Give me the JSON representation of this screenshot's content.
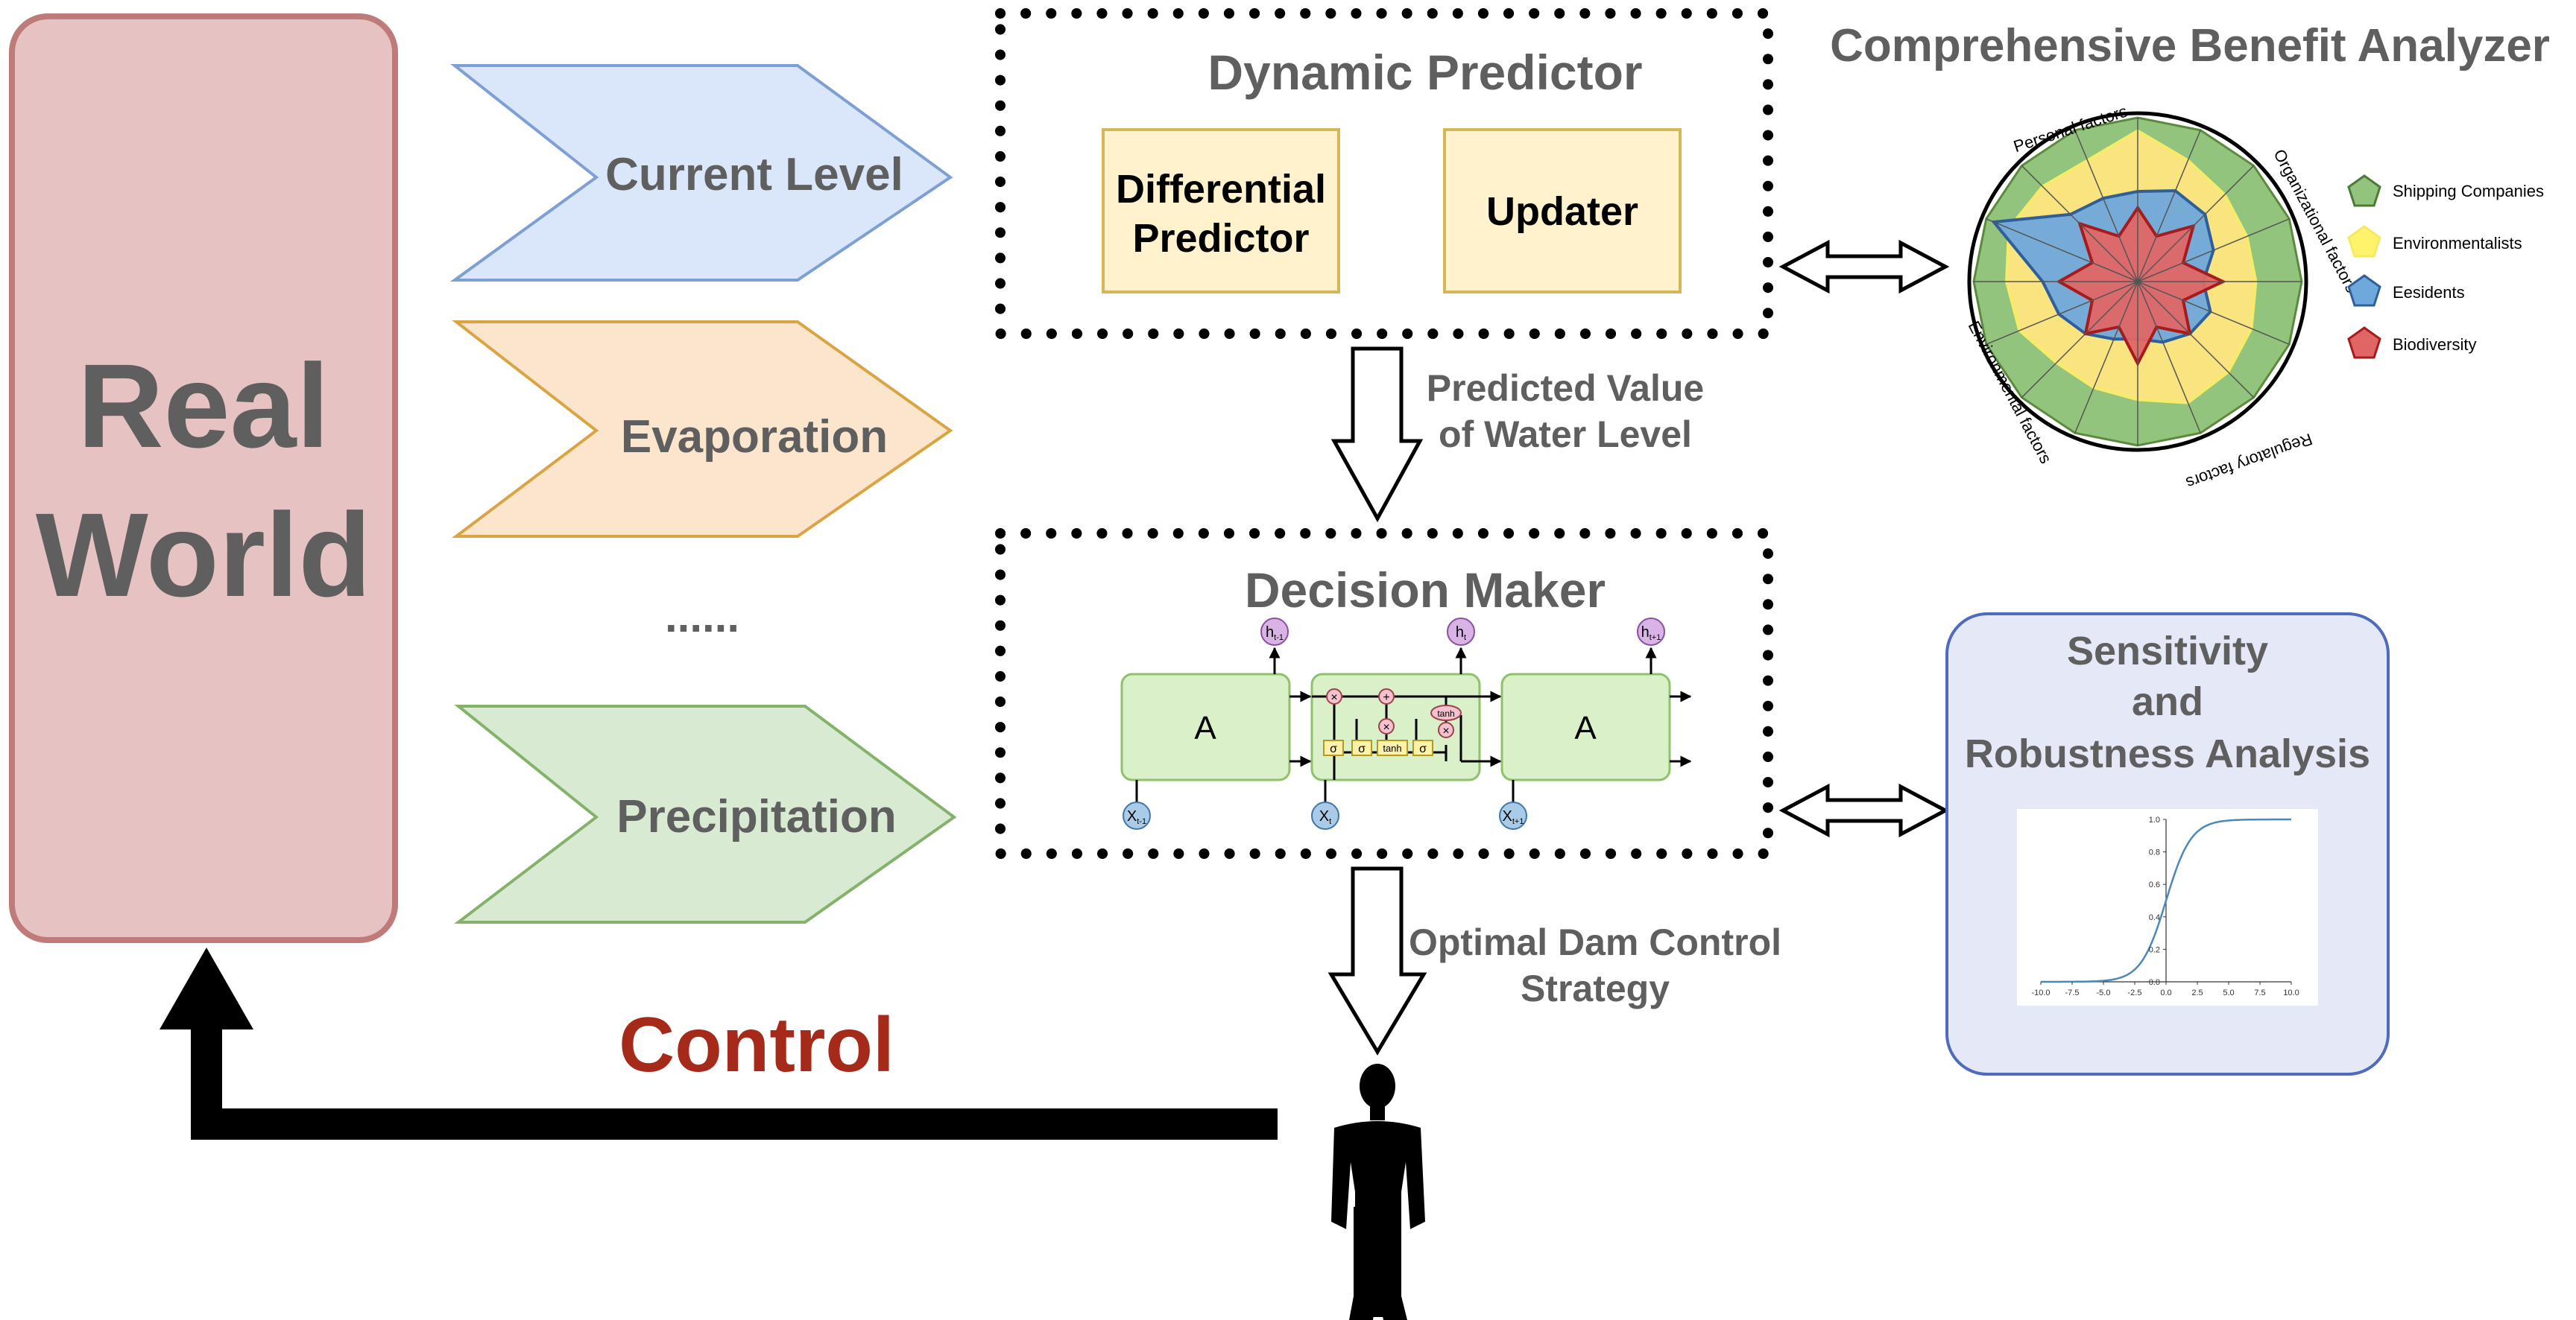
{
  "real_world": {
    "line1": "Real",
    "line2": "World"
  },
  "inputs": {
    "current_level": "Current Level",
    "evaporation": "Evaporation",
    "ellipsis": "......",
    "precipitation": "Precipitation"
  },
  "dynamic_predictor": {
    "title": "Dynamic Predictor",
    "differential_line1": "Differential",
    "differential_line2": "Predictor",
    "updater": "Updater"
  },
  "flow_labels": {
    "predicted_line1": "Predicted Value",
    "predicted_line2": "of Water Level",
    "optimal_line1": "Optimal Dam Control",
    "optimal_line2": "Strategy"
  },
  "decision_maker": {
    "title": "Decision Maker",
    "cell_label": "A",
    "h_prev": "h",
    "h_prev_sub": "t-1",
    "h_cur": "h",
    "h_cur_sub": "t",
    "h_next": "h",
    "h_next_sub": "t+1",
    "x_prev": "X",
    "x_prev_sub": "t-1",
    "x_cur": "X",
    "x_cur_sub": "t",
    "x_next": "X",
    "x_next_sub": "t+1",
    "gate_sigma": "σ",
    "gate_tanh": "tanh",
    "op_times": "×",
    "op_plus": "+"
  },
  "benefit_analyzer": {
    "title": "Comprehensive Benefit Analyzer",
    "axes": [
      "Personal factors",
      "Organizational factors",
      "Regulatory factors",
      "Environmental factors"
    ],
    "legend": [
      "Shipping Companies",
      "Environmentalists",
      "Eesidents",
      "Biodiversity"
    ]
  },
  "sensitivity": {
    "line1": "Sensitivity",
    "line2": "and",
    "line3": "Robustness Analysis"
  },
  "control_label": "Control",
  "colors": {
    "real_world_fill": "#e6c2c2",
    "real_world_stroke": "#bf7a7a",
    "current_fill": "#dae7fb",
    "current_stroke": "#7d9fd4",
    "evap_fill": "#fce5cd",
    "evap_stroke": "#d9a441",
    "precip_fill": "#d9ead3",
    "precip_stroke": "#84b26a",
    "box_fill": "#fff2cc",
    "box_stroke": "#d6b656",
    "sens_fill": "#e4e8f7",
    "sens_stroke": "#4e6bbd",
    "control_red": "#a52a1a",
    "text_gray": "#5f5f5f",
    "radar_green": "#93c47d",
    "radar_yellow": "#ffe680",
    "radar_blue": "#6fa8dc",
    "radar_red": "#e06666"
  },
  "chart_data": [
    {
      "type": "radar",
      "axes": [
        "Personal factors",
        "Organizational factors",
        "Regulatory factors",
        "Environmental factors"
      ],
      "series": [
        {
          "name": "Shipping Companies",
          "values": [
            1,
            1,
            1,
            1,
            1,
            1,
            1,
            1,
            1,
            1,
            1,
            1,
            1,
            1,
            1,
            1
          ]
        },
        {
          "name": "Environmentalists",
          "values": [
            0.92,
            0.8,
            0.75,
            0.72,
            0.72,
            0.75,
            0.78,
            0.8,
            0.72,
            0.7,
            0.7,
            0.78,
            0.8,
            0.85,
            0.82,
            0.8
          ]
        },
        {
          "name": "Eesidents",
          "values": [
            0.55,
            0.6,
            0.58,
            0.5,
            0.4,
            0.48,
            0.45,
            0.4,
            0.35,
            0.38,
            0.45,
            0.52,
            0.58,
            0.95,
            0.58,
            0.55
          ]
        },
        {
          "name": "Biodiversity",
          "values": [
            0.45,
            0.3,
            0.48,
            0.3,
            0.52,
            0.3,
            0.45,
            0.3,
            0.5,
            0.3,
            0.45,
            0.3,
            0.48,
            0.3,
            0.5,
            0.3
          ]
        }
      ]
    },
    {
      "type": "line",
      "x": [
        -10,
        -7.5,
        -5,
        -2.5,
        -1,
        0,
        1,
        2.5,
        5,
        7.5,
        10
      ],
      "series": [
        {
          "values": [
            0,
            0.001,
            0.007,
            0.076,
            0.269,
            0.5,
            0.731,
            0.924,
            0.993,
            0.999,
            1
          ]
        }
      ],
      "xticks": [
        "-10.0",
        "-7.5",
        "-5.0",
        "-2.5",
        "0.0",
        "2.5",
        "5.0",
        "7.5",
        "10.0"
      ],
      "yticks": [
        "0.0",
        "0.2",
        "0.4",
        "0.6",
        "0.8",
        "1.0"
      ],
      "xlim": [
        -10,
        10
      ],
      "ylim": [
        0,
        1
      ]
    }
  ]
}
